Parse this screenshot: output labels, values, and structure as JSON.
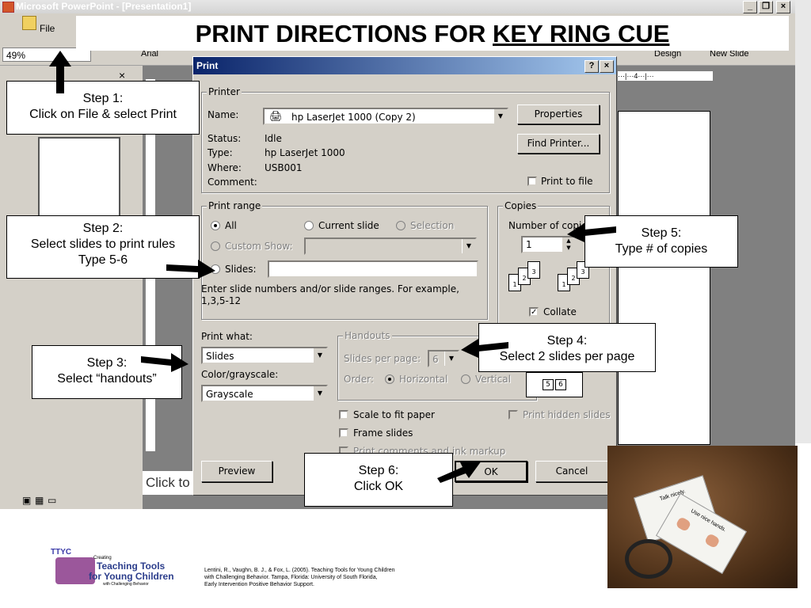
{
  "app": {
    "title": "Microsoft PowerPoint - [Presentation1]",
    "menu_file": "File",
    "zoom": "49%",
    "font_partial": "Arial",
    "design_label": "Design",
    "new_slide_label": "New Slide",
    "notes_placeholder": "Click to",
    "ruler_marks": "···|···4···|···"
  },
  "heading": {
    "prefix": "PRINT DIRECTIONS FOR ",
    "underlined": "KEY RING CUE"
  },
  "dialog": {
    "title": "Print",
    "help_btn": "?",
    "close_btn": "×",
    "printer": {
      "group_label": "Printer",
      "name_label": "Name:",
      "name_value": "hp LaserJet 1000 (Copy 2)",
      "status_label": "Status:",
      "status_value": "Idle",
      "type_label": "Type:",
      "type_value": "hp LaserJet 1000",
      "where_label": "Where:",
      "where_value": "USB001",
      "comment_label": "Comment:",
      "properties_btn": "Properties",
      "find_printer_btn": "Find Printer...",
      "print_to_file": "Print to file"
    },
    "range": {
      "group_label": "Print range",
      "all": "All",
      "current_slide": "Current slide",
      "selection": "Selection",
      "custom_show": "Custom Show:",
      "slides": "Slides:",
      "help_text": "Enter slide numbers and/or slide ranges. For example, 1,3,5-12"
    },
    "copies": {
      "group_label": "Copies",
      "number_label": "Number of copies:",
      "number_value": "1",
      "collate": "Collate"
    },
    "print_what": {
      "label": "Print what:",
      "value": "Slides",
      "color_label": "Color/grayscale:",
      "color_value": "Grayscale"
    },
    "handouts": {
      "group_label": "Handouts",
      "slides_per_page_label": "Slides per page:",
      "slides_per_page_value": "6",
      "order_label": "Order:",
      "horizontal": "Horizontal",
      "vertical": "Vertical"
    },
    "options": {
      "scale": "Scale to fit paper",
      "frame": "Frame slides",
      "comments": "Print comments and ink markup",
      "hidden": "Print hidden slides"
    },
    "preview_btn": "Preview",
    "ok_btn": "OK",
    "cancel_btn": "Cancel"
  },
  "steps": {
    "step1_title": "Step 1:",
    "step1_text": "Click on File &  select Print",
    "step2_title": "Step 2:",
    "step2_text": "Select slides to print rules",
    "step2_text2": "Type 5-6",
    "step3_title": "Step 3:",
    "step3_text": "Select “handouts”",
    "step4_title": "Step 4:",
    "step4_text": "Select 2 slides per page",
    "step5_title": "Step 5:",
    "step5_text": "Type # of copies",
    "step6_title": "Step 6:",
    "step6_text": "Click OK"
  },
  "photo": {
    "card1": "Talk nicely.",
    "card2": "Use nice hands."
  },
  "footer": {
    "logo_creating": "Creating",
    "logo_line1": "Teaching Tools",
    "logo_line2": "for Young Children",
    "logo_line3": "with Challenging Behavior",
    "logo_ttyc": "TTYC",
    "citation_line1": "Lentini, R., Vaughn, B. J., & Fox, L. (2005).  Teaching Tools for Young Children",
    "citation_line2": "with Challenging Behavior. Tampa, Florida: University of South Florida,",
    "citation_line3": "Early Intervention Positive Behavior Support."
  }
}
